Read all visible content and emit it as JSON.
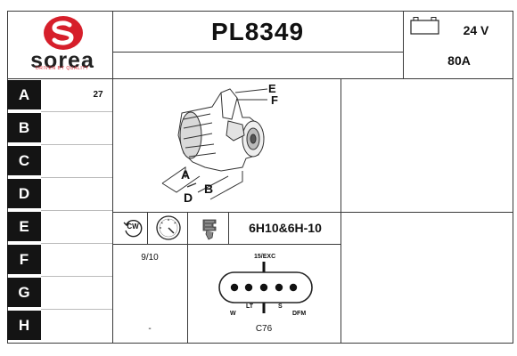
{
  "logo": {
    "brand": "sorea",
    "tagline": "DRIVEN BY QUALITY",
    "color": "#d61f2b"
  },
  "header": {
    "part_number": "PL8349",
    "voltage": "24 V",
    "amperage": "80A"
  },
  "rows": [
    {
      "label": "A",
      "value": "27"
    },
    {
      "label": "B",
      "value": ""
    },
    {
      "label": "C",
      "value": ""
    },
    {
      "label": "D",
      "value": ""
    },
    {
      "label": "E",
      "value": ""
    },
    {
      "label": "F",
      "value": ""
    },
    {
      "label": "G",
      "value": ""
    },
    {
      "label": "H",
      "value": ""
    }
  ],
  "diagram_labels": {
    "a": "A",
    "b": "B",
    "d": "D",
    "e": "E",
    "f": "F"
  },
  "details": {
    "rotation": "CW",
    "pulley_code": "6H10&6H-10",
    "ratio": "9/10",
    "dash": "-",
    "connector_code": "C76"
  },
  "connector": {
    "top_label": "15/EXC",
    "lt": "LT",
    "s": "S",
    "w": "W",
    "dfm": "DFM"
  }
}
